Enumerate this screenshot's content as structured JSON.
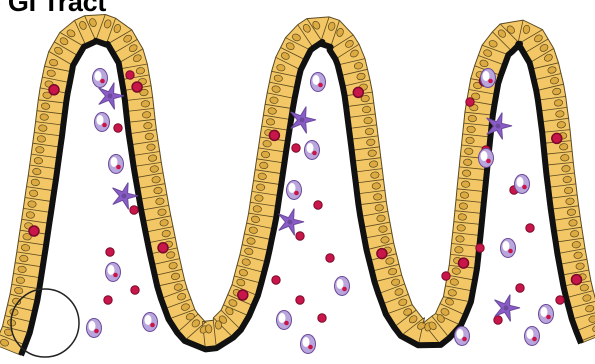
{
  "title": "e GI Tract",
  "colors": {
    "epithelium_fill": "#f4c766",
    "epithelium_cell_line": "#5a4a20",
    "nucleus_fill": "#dcaa40",
    "border_dark": "#111111",
    "lumen": "#ffffff",
    "red_cell": "#c8154a",
    "red_cell_dark": "#7a0a2a",
    "immune_cell": "#b9a6dc",
    "immune_cell_dark": "#6a4a9a",
    "star_cell": "#8a5cc8",
    "highlight_circle": "#222222"
  },
  "cell_types": [
    "epithelial-cell",
    "intraepithelial-lymphocyte",
    "lamina-propria-leukocyte",
    "dendritic-cell",
    "red-granule-cell"
  ],
  "villi_count": 3
}
